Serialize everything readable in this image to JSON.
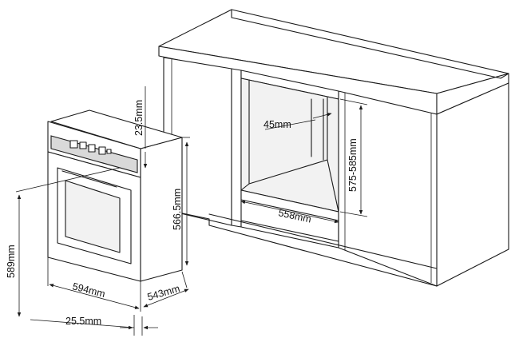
{
  "dimensions": {
    "cutout_depth": "45mm",
    "cutout_height": "575-585mm",
    "cutout_width": "558mm",
    "control_panel_offset": "23.5mm",
    "oven_body_height": "566.5mm",
    "oven_total_height": "589mm",
    "oven_width": "594mm",
    "oven_depth": "543mm",
    "door_thickness": "25.5mm"
  }
}
